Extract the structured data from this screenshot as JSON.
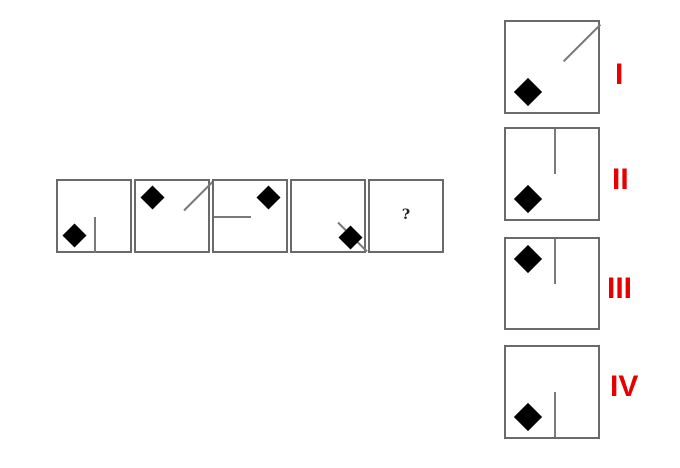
{
  "sequence": {
    "boxes": [
      {
        "index": 1,
        "content": "diamond bottom-left, vertical line from bottom"
      },
      {
        "index": 2,
        "content": "diamond top-left, diagonal line from top-right corner"
      },
      {
        "index": 3,
        "content": "diamond top-right, horizontal line from left"
      },
      {
        "index": 4,
        "content": "diamond bottom-right, diagonal line from bottom-right corner"
      },
      {
        "index": 5,
        "content": "unknown",
        "symbol": "?"
      }
    ]
  },
  "options": [
    {
      "label": "I",
      "content": "diamond bottom-left, diagonal line from top-right corner"
    },
    {
      "label": "II",
      "content": "diamond bottom-left, vertical line from top"
    },
    {
      "label": "III",
      "content": "diamond top-left, vertical line from top"
    },
    {
      "label": "IV",
      "content": "diamond bottom-left, vertical line from bottom"
    }
  ],
  "colors": {
    "label": "#e60000",
    "border": "#6a6a6a",
    "shape": "#000000"
  }
}
